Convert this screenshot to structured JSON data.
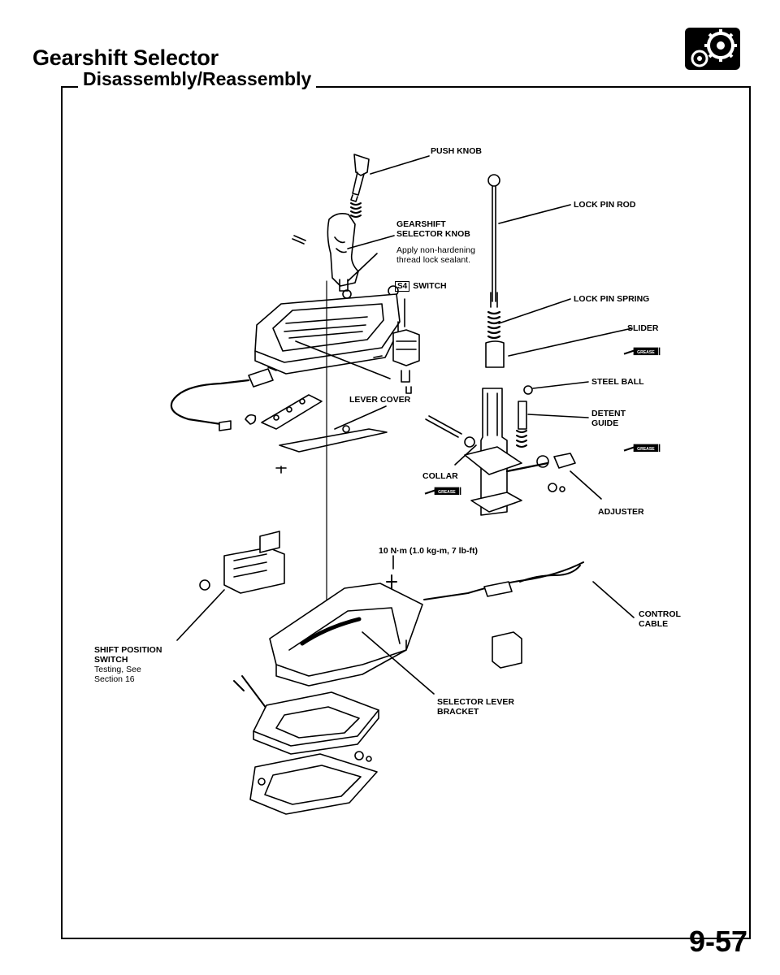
{
  "header": {
    "title": "Gearshift Selector",
    "section": "Disassembly/Reassembly"
  },
  "labels": {
    "push_knob": "PUSH KNOB",
    "lock_pin_rod": "LOCK PIN ROD",
    "gearshift_knob_line1": "GEARSHIFT",
    "gearshift_knob_line2": "SELECTOR KNOB",
    "sealant_line1": "Apply non-hardening",
    "sealant_line2": "thread lock sealant.",
    "s4_box": "S4",
    "switch": "SWITCH",
    "lock_pin_spring": "LOCK PIN SPRING",
    "slider": "SLIDER",
    "steel_ball": "STEEL BALL",
    "lever_cover": "LEVER COVER",
    "detent_guide_line1": "DETENT",
    "detent_guide_line2": "GUIDE",
    "collar": "COLLAR",
    "adjuster": "ADJUSTER",
    "torque": "10 N·m (1.0 kg-m, 7 lb-ft)",
    "control_cable_line1": "CONTROL",
    "control_cable_line2": "CABLE",
    "shift_switch_line1": "SHIFT POSITION",
    "shift_switch_line2": "SWITCH",
    "shift_switch_note1": "Testing, See",
    "shift_switch_note2": "Section 16",
    "selector_bracket_line1": "SELECTOR LEVER",
    "selector_bracket_line2": "BRACKET",
    "grease": "GREASE"
  },
  "footer": {
    "page_number": "9-57"
  }
}
